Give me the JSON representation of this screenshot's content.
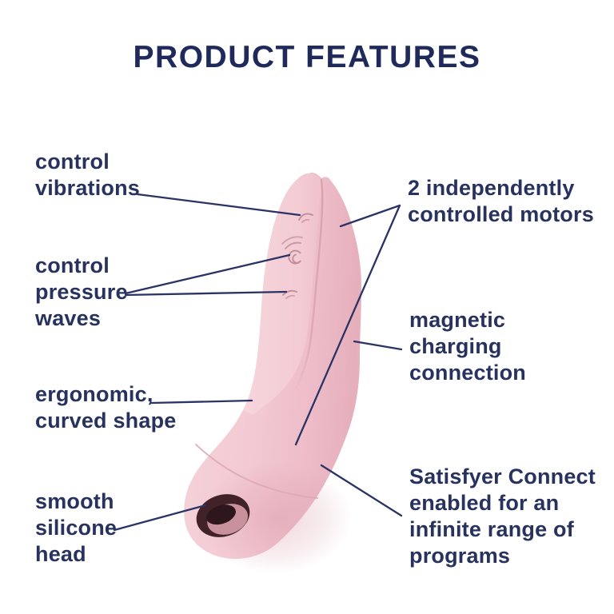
{
  "title": "PRODUCT FEATURES",
  "colors": {
    "heading": "#1f2a5b",
    "label": "#27325f",
    "line": "#2a3363",
    "background": "#ffffff",
    "product_pink": "#f3cbd3",
    "product_pink_light": "#f6d5db",
    "product_pink_shadow": "#e6afbc",
    "crease_pink": "#d8a2af",
    "opening_dark": "#402228",
    "opening_inner_pink": "#c8919c"
  },
  "product": {
    "description": "pink curved silicone pressure-wave vibrator with suction head",
    "buttons": [
      {
        "name": "vibration-control-button"
      },
      {
        "name": "pressure-wave-spiral-button"
      },
      {
        "name": "intensity-control-button"
      }
    ]
  },
  "labels": {
    "left": [
      {
        "id": "control-vibrations",
        "text": "control\nvibrations"
      },
      {
        "id": "control-pressure-waves",
        "text": "control\npressure\nwaves"
      },
      {
        "id": "ergonomic-curved-shape",
        "text": "ergonomic,\ncurved shape"
      },
      {
        "id": "smooth-silicone-head",
        "text": "smooth\nsilicone\nhead"
      }
    ],
    "right": [
      {
        "id": "independent-motors",
        "text": "2 independently\ncontrolled motors"
      },
      {
        "id": "magnetic-charging",
        "text": "magnetic\ncharging\nconnection"
      },
      {
        "id": "satisfyer-connect",
        "text": "Satisfyer Connect\nenabled for an\ninfinite range of\nprograms"
      }
    ]
  }
}
